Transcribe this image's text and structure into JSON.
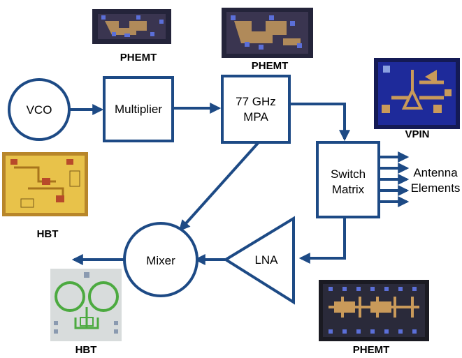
{
  "blocks": {
    "vco": "VCO",
    "multiplier": "Multiplier",
    "mpa_line1": "77 GHz",
    "mpa_line2": "MPA",
    "switch_line1": "Switch",
    "switch_line2": "Matrix",
    "lna": "LNA",
    "mixer": "Mixer",
    "antenna_line1": "Antenna",
    "antenna_line2": "Elements"
  },
  "chips": {
    "phemt_top_left": "PHEMT",
    "phemt_top_right": "PHEMT",
    "vpin": "VPIN",
    "hbt_left": "HBT",
    "hbt_bottom": "HBT",
    "phemt_bottom": "PHEMT"
  },
  "colors": {
    "line": "#1d4a85",
    "vpin_die": "#1e2a9a",
    "hbt_die": "#e8c24a",
    "phemt_die": "#2a2a3a",
    "metal": "#c99a5a",
    "pad": "#5b6fd8"
  }
}
